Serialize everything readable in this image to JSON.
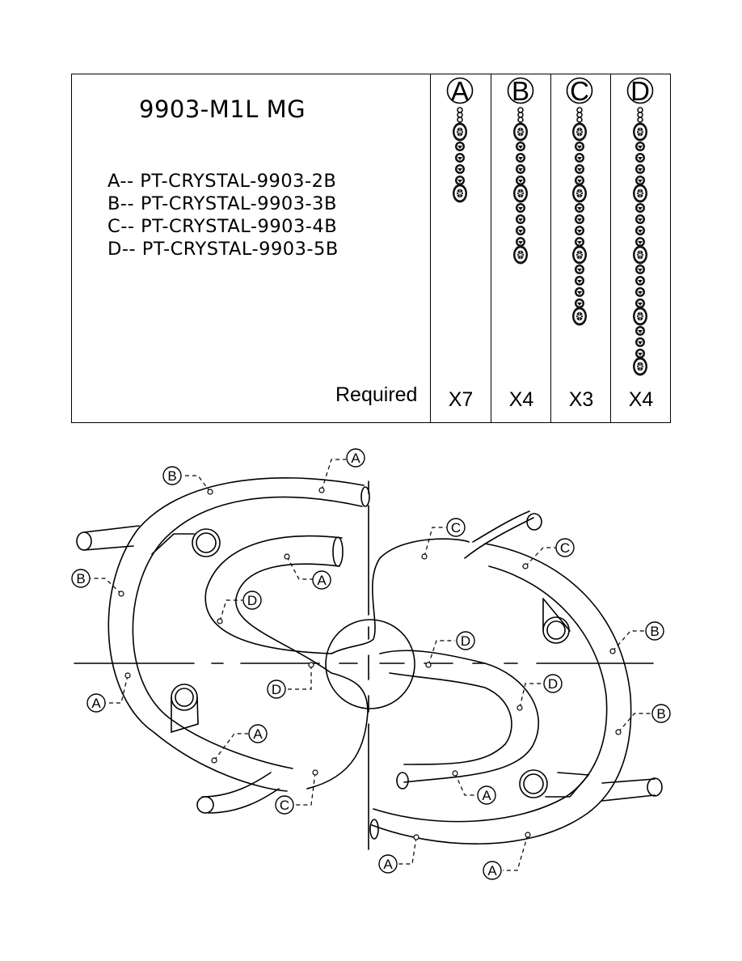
{
  "header": {
    "model": "9903-M1L MG",
    "parts": [
      "A-- PT-CRYSTAL-9903-2B",
      "B-- PT-CRYSTAL-9903-3B",
      "C-- PT-CRYSTAL-9903-4B",
      "D-- PT-CRYSTAL-9903-5B"
    ],
    "required_label": "Required"
  },
  "strands": [
    {
      "letter": "A",
      "qty": "X7"
    },
    {
      "letter": "B",
      "qty": "X4"
    },
    {
      "letter": "C",
      "qty": "X3"
    },
    {
      "letter": "D",
      "qty": "X4"
    }
  ],
  "callouts": {
    "a1": "A",
    "a2": "A",
    "a3": "A",
    "a4": "A",
    "a5": "A",
    "a6": "A",
    "a7": "A",
    "b1": "B",
    "b2": "B",
    "b3": "B",
    "b4": "B",
    "c1": "C",
    "c2": "C",
    "c3": "C",
    "d1": "D",
    "d2": "D",
    "d3": "D",
    "d4": "D"
  }
}
